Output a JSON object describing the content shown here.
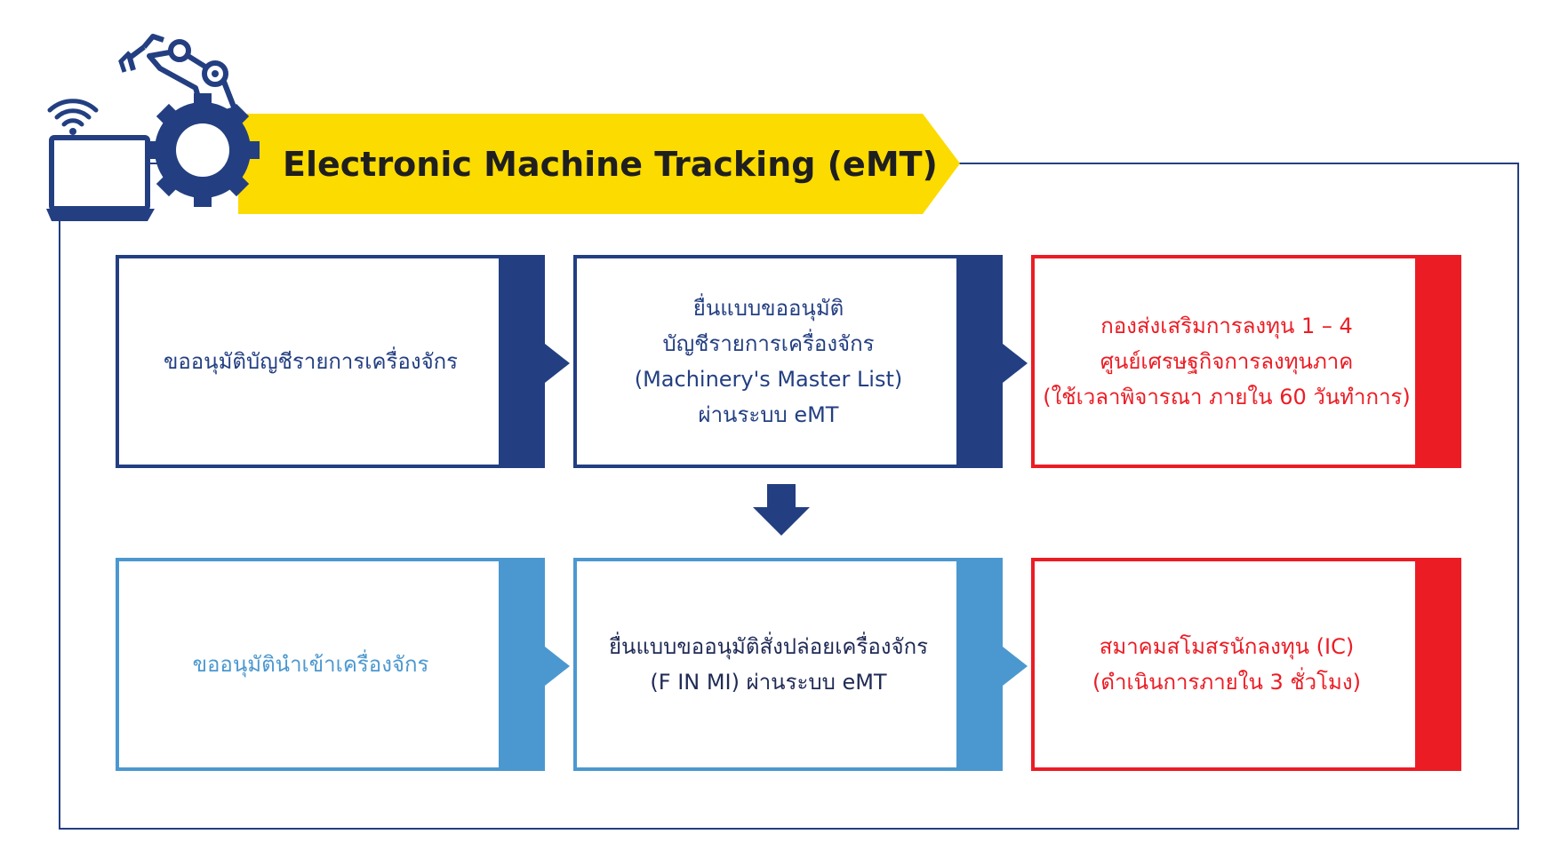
{
  "banner": {
    "title": "Electronic Machine Tracking (eMT)"
  },
  "colors": {
    "navy": "#233f82",
    "light_blue": "#4b98d0",
    "red": "#ec1c24",
    "yellow": "#fcdb00"
  },
  "icons": [
    "robot-arm-icon",
    "gear-icon",
    "laptop-icon",
    "wifi-icon"
  ],
  "row1": {
    "box1": {
      "text": "ขออนุมัติบัญชีรายการเครื่องจักร"
    },
    "box2": {
      "lines": [
        "ยื่นแบบขออนุมัติ",
        "บัญชีรายการเครื่องจักร",
        "(Machinery's Master List)",
        "ผ่านระบบ eMT"
      ]
    },
    "box3": {
      "lines": [
        "กองส่งเสริมการลงทุน 1 – 4",
        "ศูนย์เศรษฐกิจการลงทุนภาค",
        "(ใช้เวลาพิจารณา ภายใน 60 วันทำการ)"
      ]
    }
  },
  "row2": {
    "box1": {
      "text": "ขออนุมัตินำเข้าเครื่องจักร"
    },
    "box2": {
      "lines": [
        "ยื่นแบบขออนุมัติสั่งปล่อยเครื่องจักร",
        "(F IN MI) ผ่านระบบ eMT"
      ]
    },
    "box3": {
      "lines": [
        "สมาคมสโมสรนักลงทุน (IC)",
        "(ดำเนินการภายใน 3 ชั่วโมง)"
      ]
    }
  }
}
